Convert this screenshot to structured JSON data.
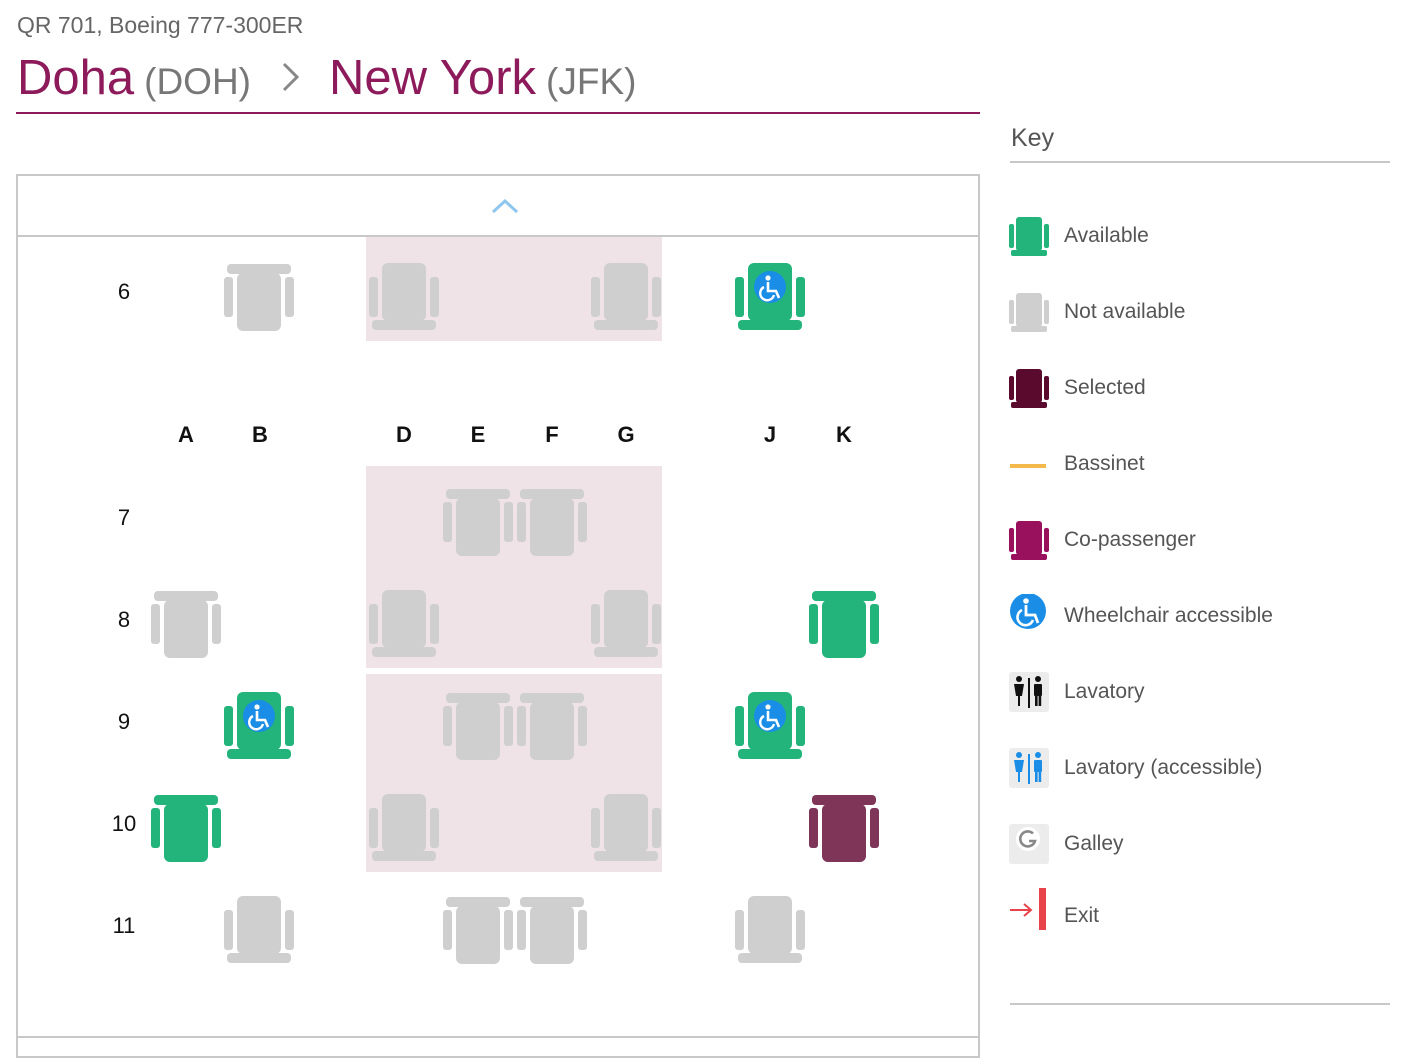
{
  "flight": {
    "info": "QR 701, Boeing 777-300ER"
  },
  "route": {
    "origin_city": "Doha",
    "origin_code": "(DOH)",
    "separator_icon": "chevron-right-icon",
    "dest_city": "New York",
    "dest_code": "(JFK)"
  },
  "seat_map": {
    "scroll_icon": "chevron-up-icon",
    "columns": [
      "A",
      "B",
      "D",
      "E",
      "F",
      "G",
      "J",
      "K"
    ],
    "rows": [
      "6",
      "7",
      "8",
      "9",
      "10",
      "11"
    ],
    "seat_status_legend": {
      "row_6": {
        "B": "not-available",
        "D": "not-available",
        "G": "not-available",
        "J": "available-wheelchair"
      },
      "row_7": {
        "E": "not-available",
        "F": "not-available"
      },
      "row_8": {
        "A": "not-available",
        "D": "not-available",
        "G": "not-available",
        "K": "available"
      },
      "row_9": {
        "B": "available-wheelchair",
        "E": "not-available",
        "F": "not-available",
        "J": "available-wheelchair"
      },
      "row_10": {
        "A": "available",
        "D": "not-available",
        "G": "not-available",
        "K": "selected"
      },
      "row_11": {
        "B": "not-available",
        "E": "not-available",
        "F": "not-available",
        "J": "not-available"
      }
    }
  },
  "key": {
    "title": "Key",
    "items": [
      {
        "label": "Available",
        "icon": "available-seat-icon"
      },
      {
        "label": "Not available",
        "icon": "unavailable-seat-icon"
      },
      {
        "label": "Selected",
        "icon": "selected-seat-icon"
      },
      {
        "label": "Bassinet",
        "icon": "bassinet-icon"
      },
      {
        "label": "Co-passenger",
        "icon": "co-passenger-seat-icon"
      },
      {
        "label": "Wheelchair accessible",
        "icon": "wheelchair-icon"
      },
      {
        "label": "Lavatory",
        "icon": "lavatory-icon"
      },
      {
        "label": "Lavatory (accessible)",
        "icon": "accessible-lavatory-icon"
      },
      {
        "label": "Galley",
        "icon": "galley-icon"
      },
      {
        "label": "Exit",
        "icon": "exit-icon"
      }
    ]
  },
  "colors": {
    "brand": "#8d1a5a",
    "available": "#22b47b",
    "not_available": "#cfcfcf",
    "selected": "#5a0a2c",
    "selected_on_map": "#7e3558",
    "bassinet": "#f3b94a",
    "co_passenger": "#99105c",
    "wheelchair": "#1a8de6",
    "exit": "#e8424a",
    "bay": "#efe3e8"
  }
}
